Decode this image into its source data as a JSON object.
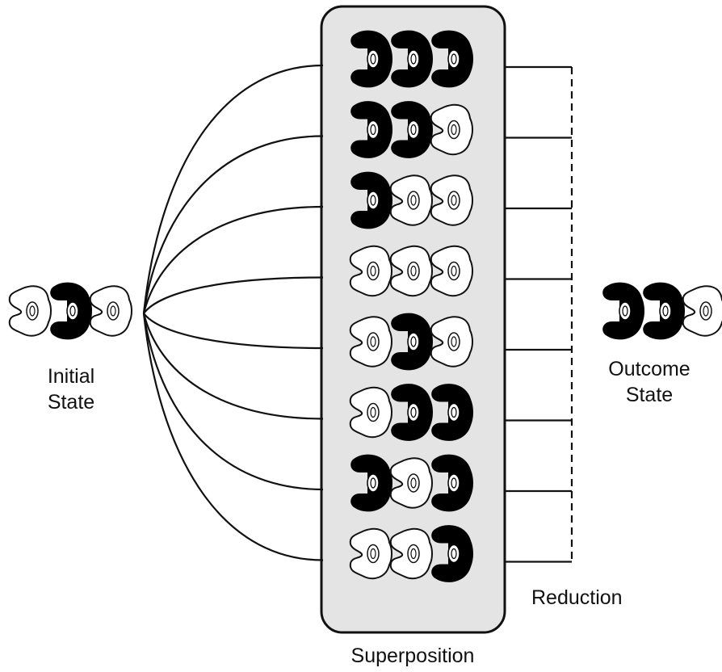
{
  "labels": {
    "initial_line1": "Initial",
    "initial_line2": "State",
    "outcome_line1": "Outcome",
    "outcome_line2": "State",
    "superposition": "Superposition",
    "reduction": "Reduction"
  },
  "initial_state": [
    0,
    1,
    0
  ],
  "outcome_state": [
    1,
    1,
    0
  ],
  "superposition_states": [
    [
      1,
      1,
      1
    ],
    [
      1,
      1,
      0
    ],
    [
      1,
      0,
      0
    ],
    [
      0,
      0,
      0
    ],
    [
      0,
      1,
      0
    ],
    [
      0,
      1,
      1
    ],
    [
      1,
      0,
      1
    ],
    [
      0,
      0,
      1
    ]
  ],
  "colors": {
    "conformation_on": "#000000",
    "conformation_off": "#ffffff",
    "panel_fill": "#e4e4e4",
    "line": "#111111"
  }
}
